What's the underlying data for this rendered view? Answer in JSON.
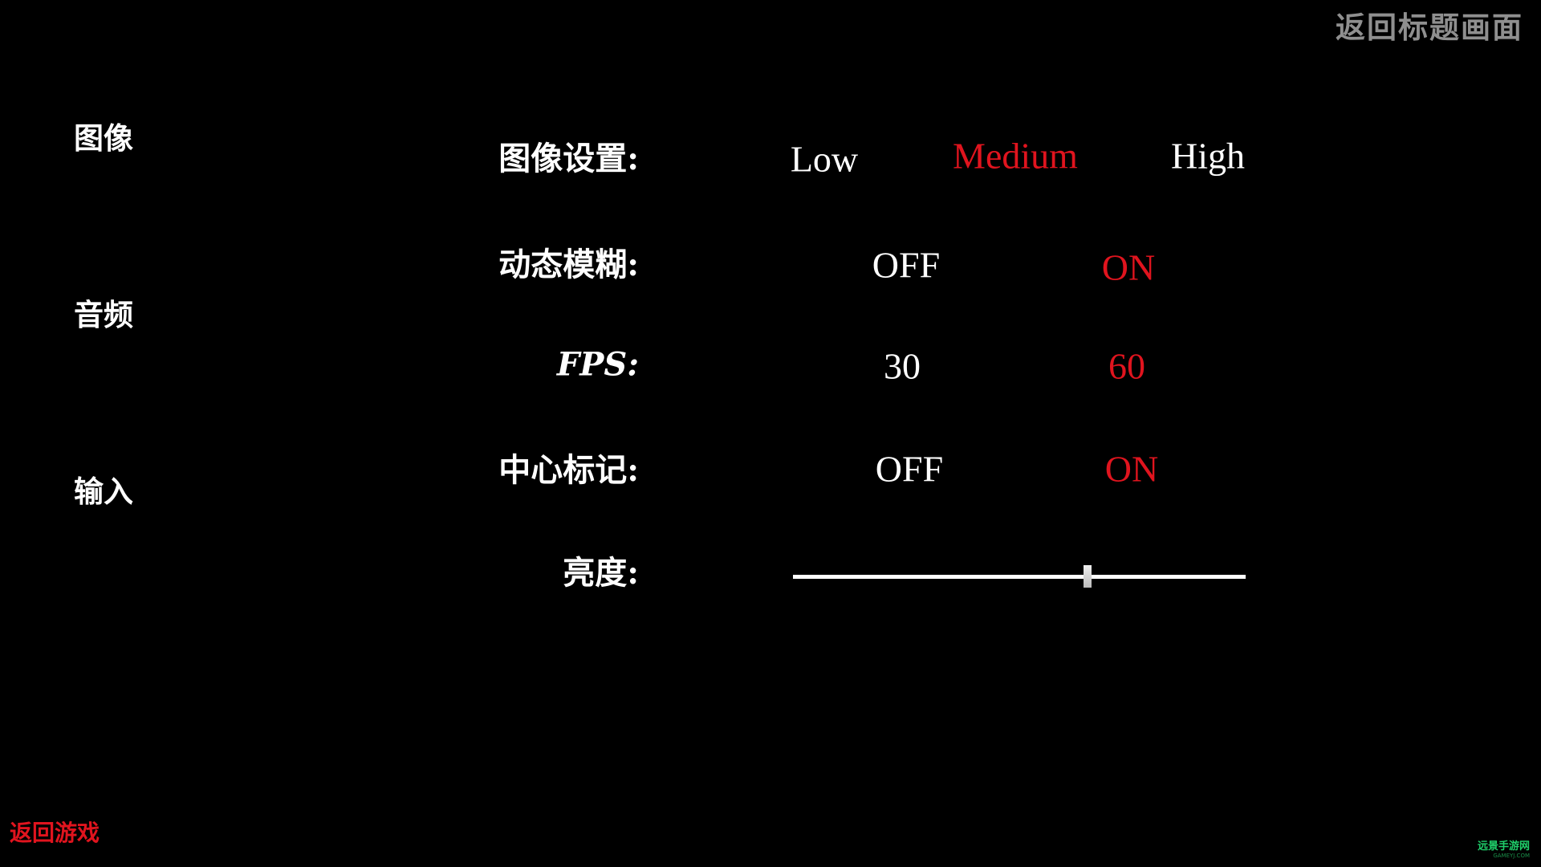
{
  "header": {
    "back_to_title": "返回标题画面"
  },
  "sidebar": {
    "items": [
      {
        "label": "图像"
      },
      {
        "label": "音频"
      },
      {
        "label": "输入"
      }
    ]
  },
  "footer": {
    "back_to_game": "返回游戏"
  },
  "settings": {
    "graphics": {
      "label": "图像设置:",
      "options": [
        "Low",
        "Medium",
        "High"
      ],
      "selected": "Medium"
    },
    "motion_blur": {
      "label": "动态模糊:",
      "options": [
        "OFF",
        "ON"
      ],
      "selected": "ON"
    },
    "fps": {
      "label": "FPS:",
      "options": [
        "30",
        "60"
      ],
      "selected": "60"
    },
    "crosshair": {
      "label": "中心标记:",
      "options": [
        "OFF",
        "ON"
      ],
      "selected": "ON"
    },
    "brightness": {
      "label": "亮度:",
      "value": 0.65
    }
  },
  "colors": {
    "selected": "#e0141e",
    "normal": "#ffffff",
    "muted": "#8f8f8f"
  },
  "watermark": {
    "name": "远景手游网",
    "url": "GAMEYJ.COM"
  }
}
